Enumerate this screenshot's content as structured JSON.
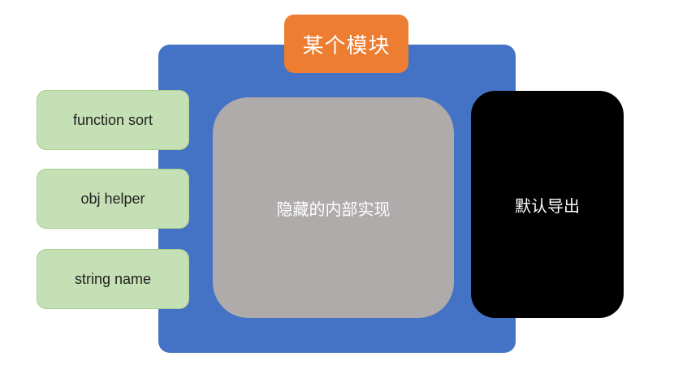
{
  "diagram": {
    "module_title": "某个模块",
    "exports": [
      {
        "label": "function sort"
      },
      {
        "label": "obj helper"
      },
      {
        "label": "string name"
      }
    ],
    "hidden_implementation": "隐藏的内部实现",
    "default_export": "默认导出"
  },
  "colors": {
    "module_bg": "#4472c4",
    "title_bg": "#ed7d31",
    "export_bg": "#c5e0b4",
    "hidden_bg": "#afabab",
    "default_export_bg": "#000000"
  }
}
